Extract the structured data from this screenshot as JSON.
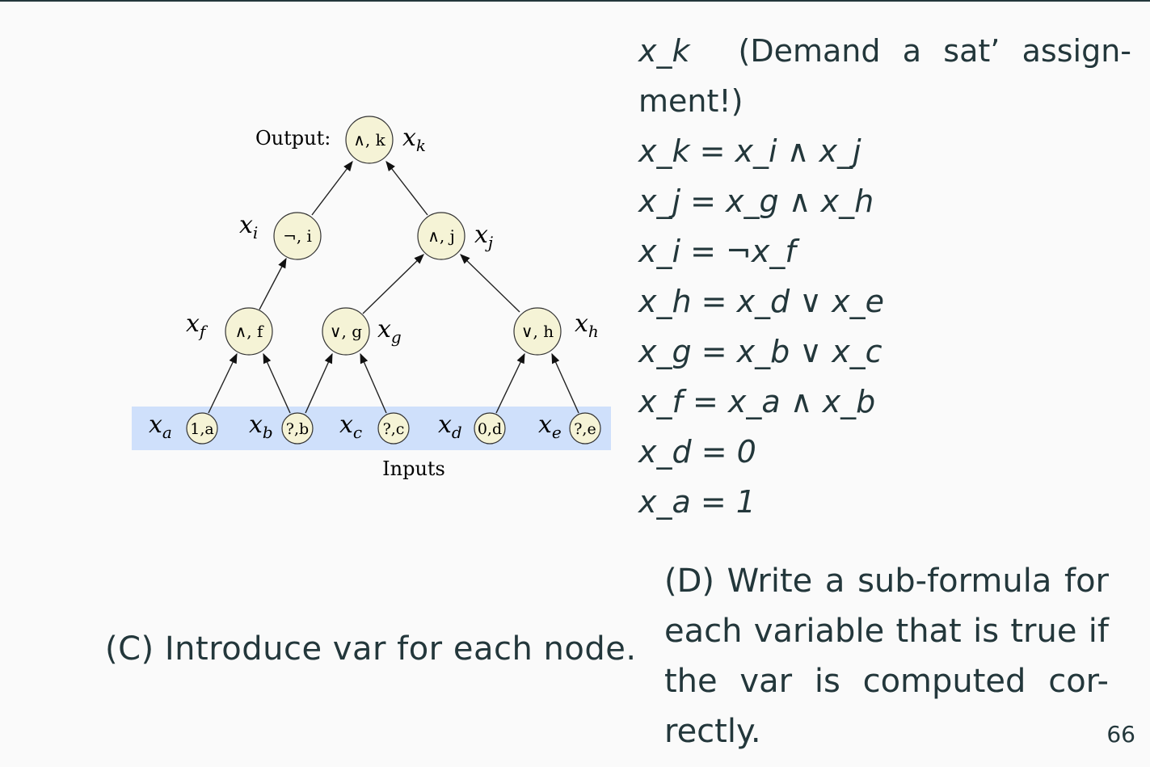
{
  "diagram": {
    "output_label": "Output:",
    "inputs_label": "Inputs",
    "nodes": [
      {
        "id": "k",
        "circle": "∧, k",
        "var": "x",
        "sub": "k"
      },
      {
        "id": "i",
        "circle": "¬, i",
        "var": "x",
        "sub": "i"
      },
      {
        "id": "j",
        "circle": "∧, j",
        "var": "x",
        "sub": "j"
      },
      {
        "id": "f",
        "circle": "∧, f",
        "var": "x",
        "sub": "f"
      },
      {
        "id": "g",
        "circle": "∨, g",
        "var": "x",
        "sub": "g"
      },
      {
        "id": "h",
        "circle": "∨, h",
        "var": "x",
        "sub": "h"
      }
    ],
    "inputs": [
      {
        "id": "a",
        "circle": "1,a",
        "var": "x",
        "sub": "a"
      },
      {
        "id": "b",
        "circle": "?,b",
        "var": "x",
        "sub": "b"
      },
      {
        "id": "c",
        "circle": "?,c",
        "var": "x",
        "sub": "c"
      },
      {
        "id": "d",
        "circle": "0,d",
        "var": "x",
        "sub": "d"
      },
      {
        "id": "e",
        "circle": "?,e",
        "var": "x",
        "sub": "e"
      }
    ],
    "colors": {
      "node_fill": "#f5f3d6",
      "input_band": "#cfe0fb"
    }
  },
  "equations": {
    "demand_var": "x_k",
    "demand_text": "(Demand a sat’ assign-ment!)",
    "lines": [
      "x_k = x_i ∧ x_j",
      "x_j = x_g ∧ x_h",
      "x_i = ¬x_f",
      "x_h = x_d ∨ x_e",
      "x_g = x_b ∨ x_c",
      "x_f = x_a ∧ x_b",
      "x_d = 0",
      "x_a = 1"
    ]
  },
  "captions": {
    "c": "(C) Introduce var for each node.",
    "d": "(D) Write a sub-formula for each variable that is true if the var is computed cor-rectly."
  },
  "page_number": "66"
}
